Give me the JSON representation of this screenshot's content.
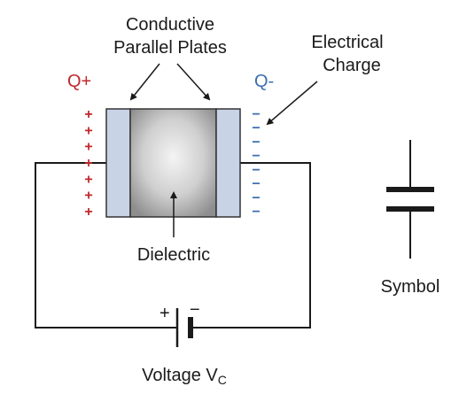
{
  "labels": {
    "plates_line1": "Conductive",
    "plates_line2": "Parallel Plates",
    "charge_line1": "Electrical",
    "charge_line2": "Charge",
    "q_plus": "Q+",
    "q_minus": "Q-",
    "dielectric": "Dielectric",
    "symbol": "Symbol",
    "voltage_main": "Voltage V",
    "voltage_sub": "C",
    "battery_plus": "+",
    "battery_minus": "−"
  },
  "plus_signs": [
    "+",
    "+",
    "+",
    "+",
    "+",
    "+",
    "+"
  ],
  "minus_signs": [
    "−",
    "−",
    "−",
    "−",
    "−",
    "−",
    "−",
    "−"
  ],
  "colors": {
    "wire": "#1a1a1a",
    "plate_fill": "#c8d3e6",
    "plate_stroke": "#333333",
    "dielectric_center": "#f2f2f2",
    "dielectric_edge": "#9a9a9a",
    "positive": "#c0282d",
    "negative": "#3b6fb0",
    "symbol": "#1a1a1a"
  }
}
